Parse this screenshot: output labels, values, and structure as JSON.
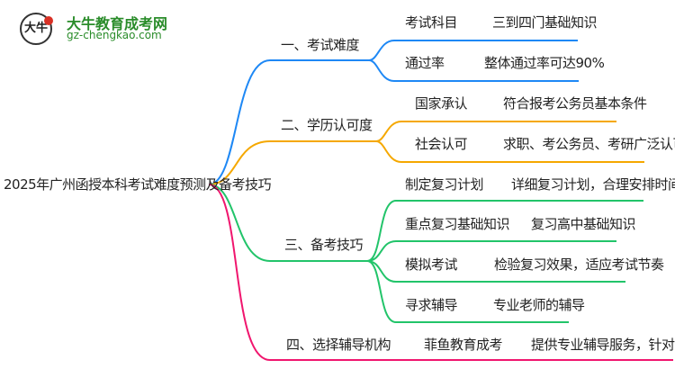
{
  "logo": {
    "mark": "大牛",
    "title": "大牛教育成考网",
    "url": "gz-chengkao.com"
  },
  "root": "2025年广州函授本科考试难度预测及备考技巧",
  "colors": {
    "blue": "#1e88f5",
    "orange": "#f5a800",
    "green": "#22c46a",
    "pink": "#f0166e"
  },
  "branches": [
    {
      "label": "一、考试难度",
      "children": [
        {
          "label": "考试科目",
          "value": "三到四门基础知识"
        },
        {
          "label": "通过率",
          "value": "整体通过率可达90%"
        }
      ]
    },
    {
      "label": "二、学历认可度",
      "children": [
        {
          "label": "国家承认",
          "value": "符合报考公务员基本条件"
        },
        {
          "label": "社会认可",
          "value": "求职、考公务员、考研广泛认可"
        }
      ]
    },
    {
      "label": "三、备考技巧",
      "children": [
        {
          "label": "制定复习计划",
          "value": "详细复习计划，合理安排时间"
        },
        {
          "label": "重点复习基础知识",
          "value": "复习高中基础知识"
        },
        {
          "label": "模拟考试",
          "value": "检验复习效果，适应考试节奏"
        },
        {
          "label": "寻求辅导",
          "value": "专业老师的辅导"
        }
      ]
    },
    {
      "label": "四、选择辅导机构",
      "children": [
        {
          "label": "菲鱼教育成考",
          "value": "提供专业辅导服务，针对性指导"
        }
      ]
    }
  ]
}
